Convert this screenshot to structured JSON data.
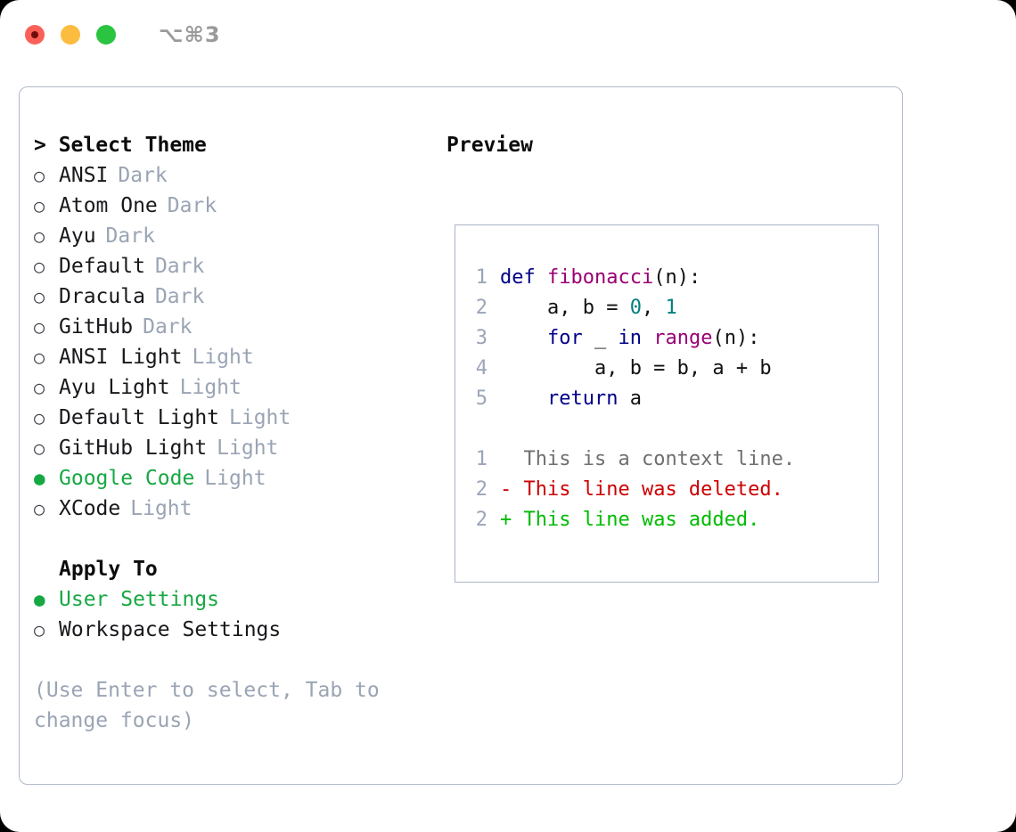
{
  "titlebar": {
    "shortcut": "⌥⌘3",
    "buttons": [
      {
        "name": "close",
        "color": "#fb6058"
      },
      {
        "name": "minimize",
        "color": "#fcbc40"
      },
      {
        "name": "zoom",
        "color": "#2ac440"
      }
    ]
  },
  "theme_picker": {
    "header": "> Select Theme",
    "options": [
      {
        "bullet": "○",
        "name": "ANSI",
        "tag": "Dark",
        "selected": false
      },
      {
        "bullet": "○",
        "name": "Atom One",
        "tag": "Dark",
        "selected": false
      },
      {
        "bullet": "○",
        "name": "Ayu",
        "tag": "Dark",
        "selected": false
      },
      {
        "bullet": "○",
        "name": "Default",
        "tag": "Dark",
        "selected": false
      },
      {
        "bullet": "○",
        "name": "Dracula",
        "tag": "Dark",
        "selected": false
      },
      {
        "bullet": "○",
        "name": "GitHub",
        "tag": "Dark",
        "selected": false
      },
      {
        "bullet": "○",
        "name": "ANSI Light",
        "tag": "Light",
        "selected": false
      },
      {
        "bullet": "○",
        "name": "Ayu Light",
        "tag": "Light",
        "selected": false
      },
      {
        "bullet": "○",
        "name": "Default Light",
        "tag": "Light",
        "selected": false
      },
      {
        "bullet": "○",
        "name": "GitHub Light",
        "tag": "Light",
        "selected": false
      },
      {
        "bullet": "●",
        "name": "Google Code",
        "tag": "Light",
        "selected": true
      },
      {
        "bullet": "○",
        "name": "XCode",
        "tag": "Light",
        "selected": false
      }
    ]
  },
  "apply_to": {
    "header": "Apply To",
    "options": [
      {
        "bullet": "●",
        "name": "User Settings",
        "selected": true
      },
      {
        "bullet": "○",
        "name": "Workspace Settings",
        "selected": false
      }
    ]
  },
  "hint": "(Use Enter to select, Tab to change focus)",
  "preview": {
    "title": "Preview",
    "code_lines": [
      {
        "number": "1",
        "tokens": [
          {
            "text": "def ",
            "type": "kw"
          },
          {
            "text": "fibonacci",
            "type": "fn"
          },
          {
            "text": "(n):",
            "type": "plain"
          }
        ]
      },
      {
        "number": "2",
        "tokens": [
          {
            "text": "    a, b = ",
            "type": "plain"
          },
          {
            "text": "0",
            "type": "num"
          },
          {
            "text": ", ",
            "type": "plain"
          },
          {
            "text": "1",
            "type": "num"
          }
        ]
      },
      {
        "number": "3",
        "tokens": [
          {
            "text": "    ",
            "type": "plain"
          },
          {
            "text": "for",
            "type": "kw"
          },
          {
            "text": " _ ",
            "type": "plain"
          },
          {
            "text": "in",
            "type": "kw"
          },
          {
            "text": " ",
            "type": "plain"
          },
          {
            "text": "range",
            "type": "fn"
          },
          {
            "text": "(n):",
            "type": "plain"
          }
        ]
      },
      {
        "number": "4",
        "tokens": [
          {
            "text": "        a, b = b, a + b",
            "type": "plain"
          }
        ]
      },
      {
        "number": "5",
        "tokens": [
          {
            "text": "    ",
            "type": "plain"
          },
          {
            "text": "return",
            "type": "kw"
          },
          {
            "text": " a",
            "type": "plain"
          }
        ]
      }
    ],
    "diff_lines": [
      {
        "number": "1",
        "marker": "  ",
        "text": "This is a context line.",
        "kind": "ctx"
      },
      {
        "number": "2",
        "marker": "- ",
        "text": "This line was deleted.",
        "kind": "del"
      },
      {
        "number": "2",
        "marker": "+ ",
        "text": "This line was added.",
        "kind": "add"
      }
    ]
  },
  "colors": {
    "accent_green": "#17a843",
    "muted": "#9aa4b4",
    "panel_border": "#a9b4c4",
    "keyword": "#000088",
    "function": "#990073",
    "number": "#007f7f",
    "diff_deleted": "#cc0000",
    "diff_added": "#00bb00",
    "diff_context": "#6f6f6f"
  }
}
